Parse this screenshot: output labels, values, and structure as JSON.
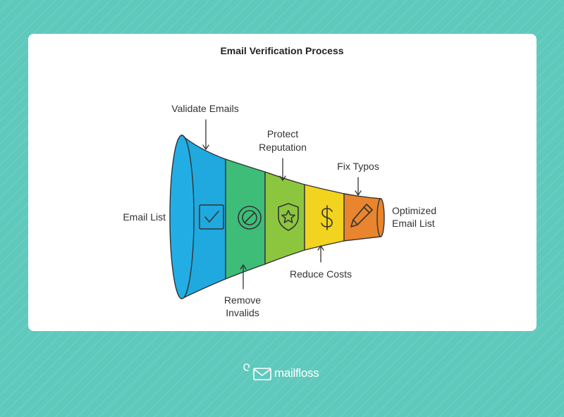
{
  "title": "Email Verification Process",
  "stages": [
    {
      "label": "Email List",
      "color": "#22aee5",
      "icon": "none"
    },
    {
      "label": "Validate Emails",
      "color": "#1fa9df",
      "icon": "checkbox-icon"
    },
    {
      "label": "Remove Invalids",
      "color": "#3dbd78",
      "icon": "block-icon"
    },
    {
      "label": "Protect Reputation",
      "color": "#8cc63f",
      "icon": "shield-star-icon"
    },
    {
      "label": "Reduce Costs",
      "color": "#f2d31f",
      "icon": "dollar-icon"
    },
    {
      "label": "Fix Typos",
      "color": "#e8852e",
      "icon": "pencil-icon"
    },
    {
      "label": "Optimized Email List",
      "color": "#e8852e",
      "icon": "none"
    }
  ],
  "labels": {
    "email_list": "Email List",
    "validate_emails": "Validate Emails",
    "protect_line1": "Protect",
    "protect_line2": "Reputation",
    "fix_typos": "Fix Typos",
    "optimized_line1": "Optimized",
    "optimized_line2": "Email List",
    "reduce_costs": "Reduce Costs",
    "remove_line1": "Remove",
    "remove_line2": "Invalids"
  },
  "brand": {
    "name": "mailfloss"
  },
  "colors": {
    "background": "#5fc9bd",
    "card": "#ffffff",
    "outline": "#333333",
    "blue": "#22aee5",
    "green": "#3dbd78",
    "lime": "#8cc63f",
    "yellow": "#f2d31f",
    "orange": "#e8852e"
  }
}
